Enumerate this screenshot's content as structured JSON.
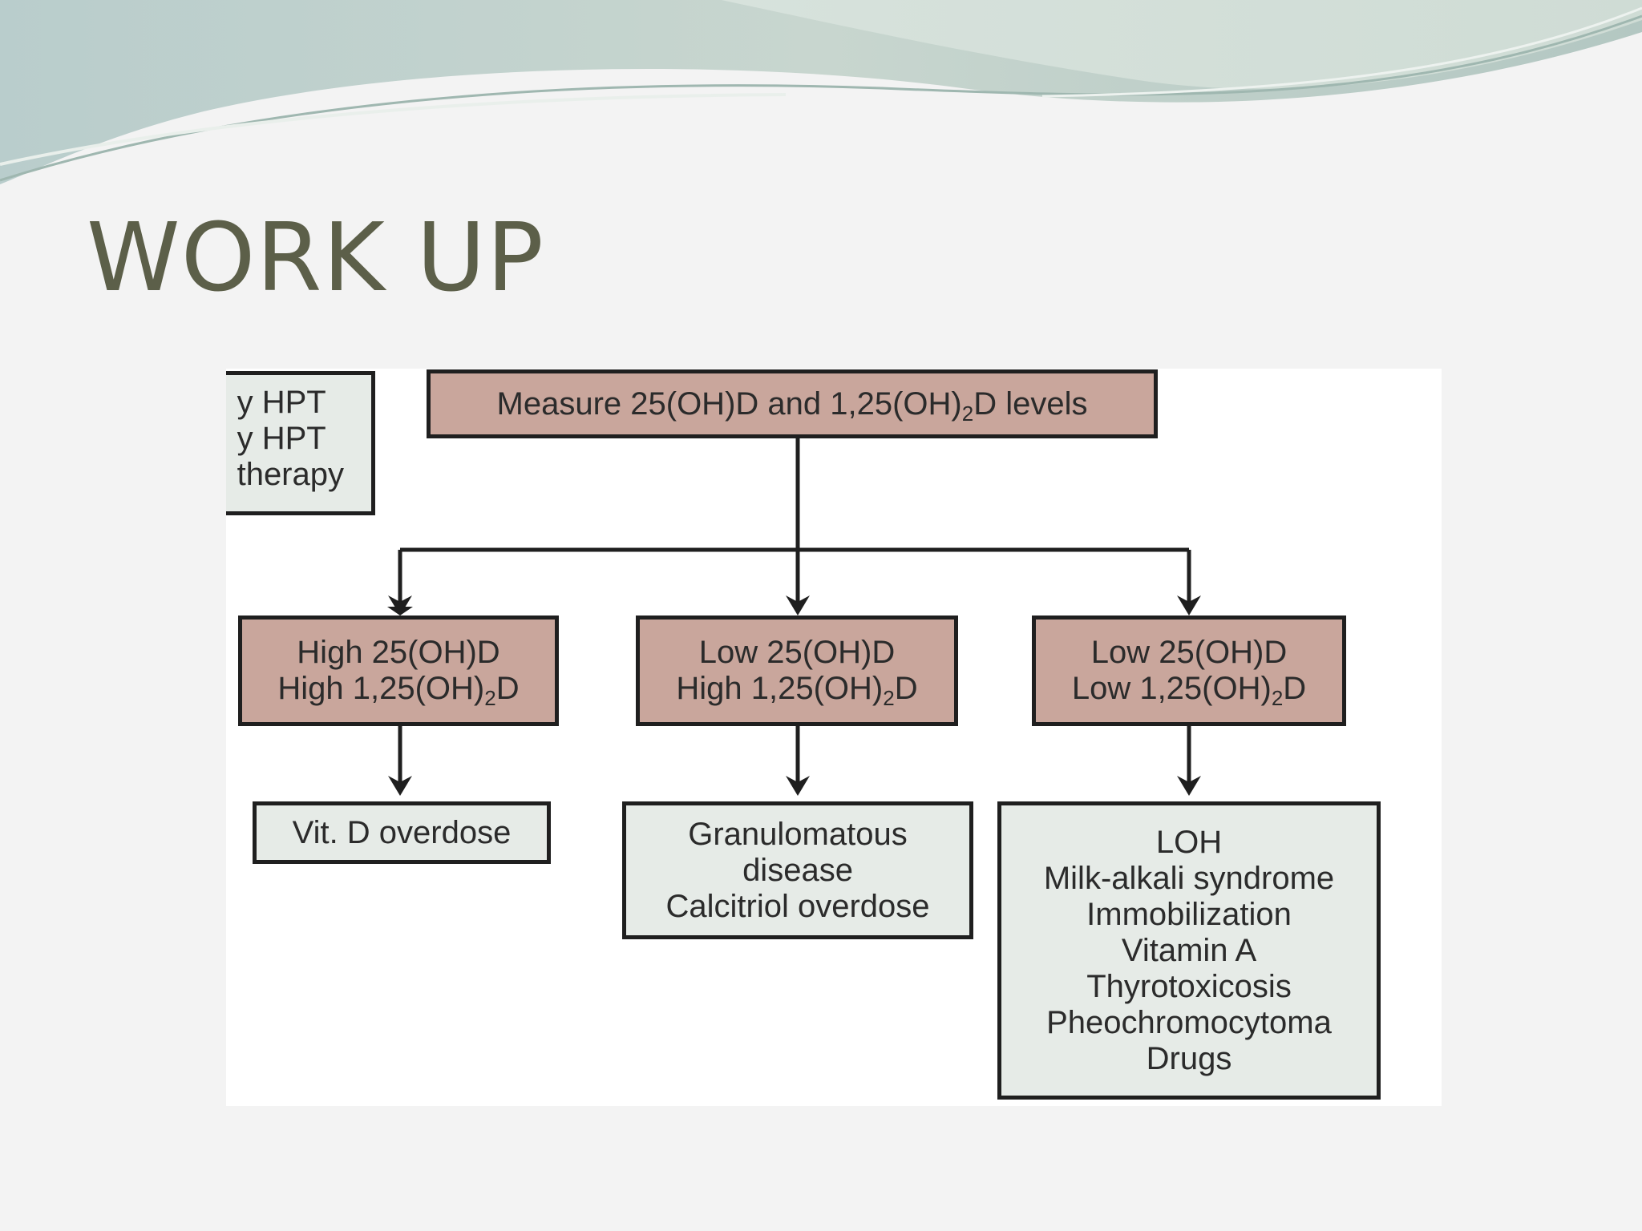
{
  "slide": {
    "title": "WORK UP"
  },
  "flowchart": {
    "clipped_box": {
      "lines": [
        "y HPT",
        "y HPT",
        "therapy"
      ]
    },
    "root": {
      "text_pre": "Measure 25(OH)D and 1,25(OH)",
      "text_sub": "2",
      "text_post": "D levels"
    },
    "branches": [
      {
        "line1": "High 25(OH)D",
        "line2_pre": "High 1,25(OH)",
        "line2_sub": "2",
        "line2_post": "D",
        "outcomes": [
          "Vit. D overdose"
        ]
      },
      {
        "line1": "Low 25(OH)D",
        "line2_pre": "High 1,25(OH)",
        "line2_sub": "2",
        "line2_post": "D",
        "outcomes": [
          "Granulomatous",
          "disease",
          "Calcitriol overdose"
        ]
      },
      {
        "line1": "Low 25(OH)D",
        "line2_pre": "Low 1,25(OH)",
        "line2_sub": "2",
        "line2_post": "D",
        "outcomes": [
          "LOH",
          "Milk-alkali syndrome",
          "Immobilization",
          "Vitamin A",
          "Thyrotoxicosis",
          "Pheochromocytoma",
          "Drugs"
        ]
      }
    ]
  },
  "colors": {
    "decision_fill": "#c9a69c",
    "outcome_fill": "#e6ebe7",
    "title_color": "#5c5f49"
  }
}
